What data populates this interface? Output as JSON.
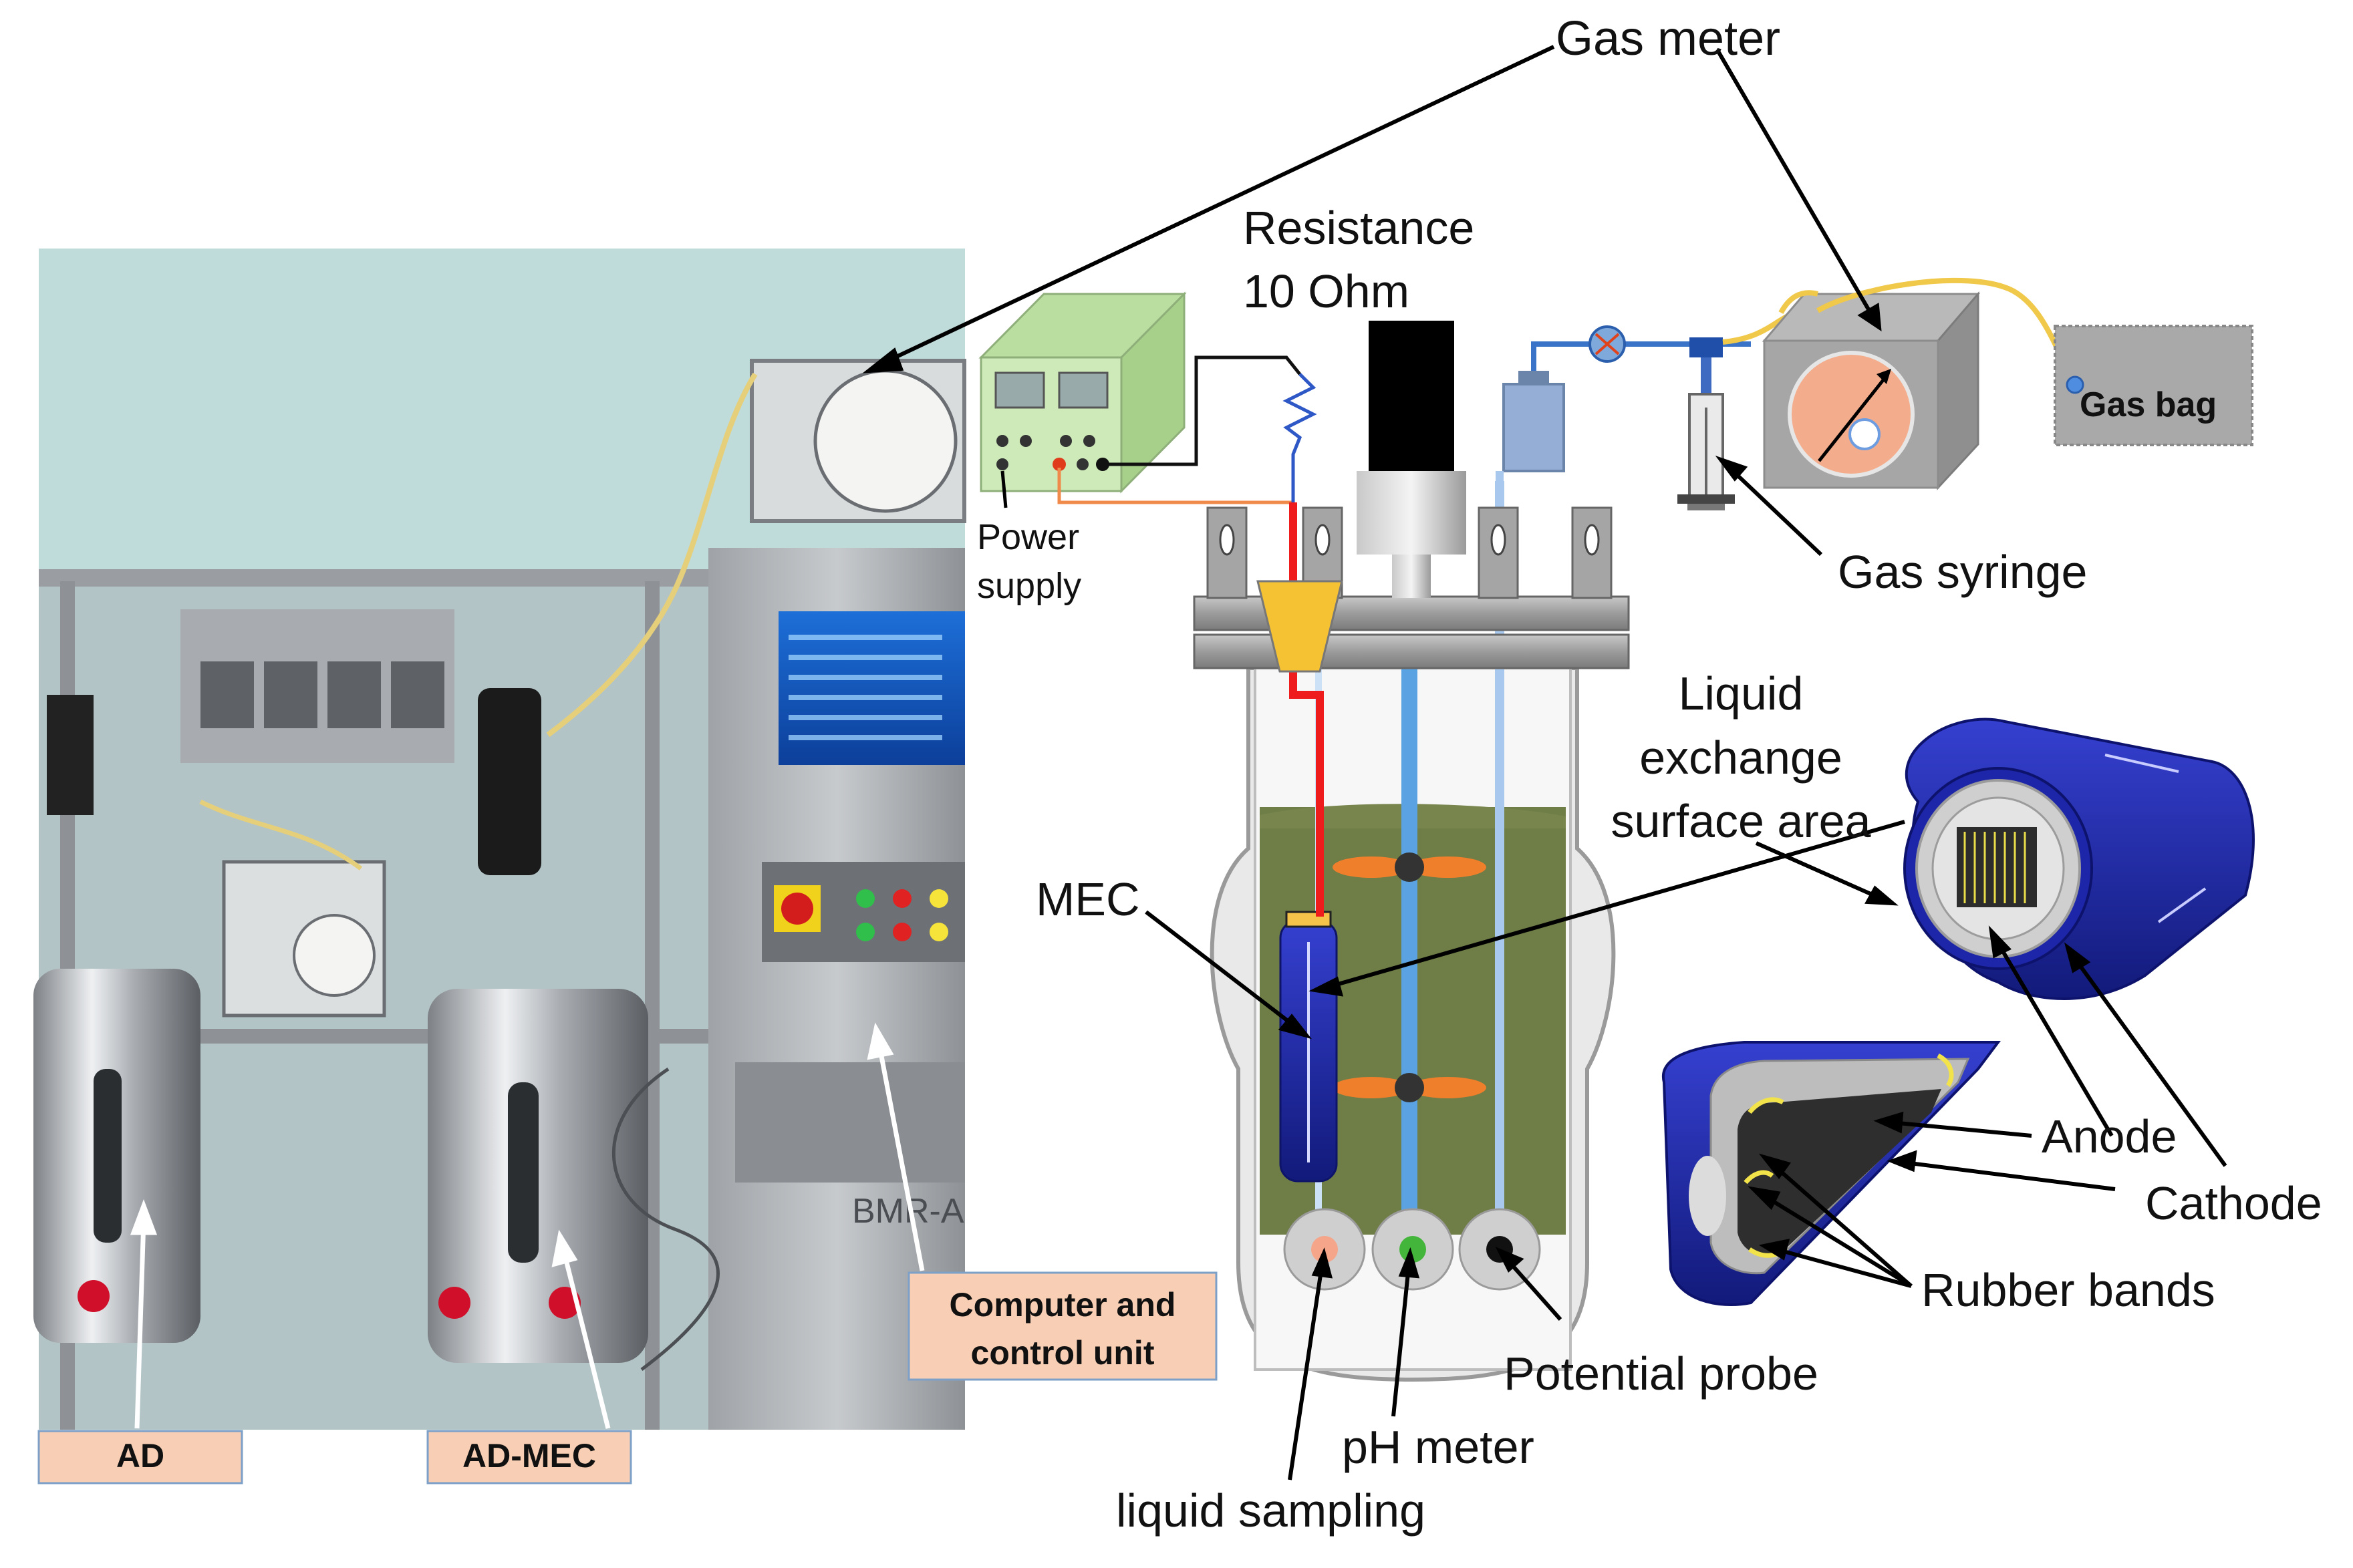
{
  "labels": {
    "gas_meter": "Gas meter",
    "resistance_line1": "Resistance",
    "resistance_line2": "10 Ohm",
    "power_supply_line1": "Power",
    "power_supply_line2": "supply",
    "gas_bag": "Gas bag",
    "gas_syringe": "Gas syringe",
    "liquid_exchange_line1": "Liquid",
    "liquid_exchange_line2": "exchange",
    "liquid_exchange_line3": "surface area",
    "mec": "MEC",
    "anode": "Anode",
    "cathode": "Cathode",
    "rubber_bands": "Rubber bands",
    "potential_probe": "Potential probe",
    "ph_meter": "pH meter",
    "liquid_sampling": "liquid sampling",
    "computer_control_line1": "Computer and",
    "computer_control_line2": "control unit",
    "ad": "AD",
    "ad_mec": "AD-MEC"
  },
  "photo": {
    "controller_model": "BMR-A"
  },
  "colors": {
    "label_box": "#f8cfb4",
    "reactor_liquid": "#6f7d47",
    "electrode_tube": "#2733b8",
    "wire_red": "#ee1c1c",
    "gas_tube": "#f0c84a",
    "power_case": "#cdeab8",
    "impeller": "#f07f2c"
  }
}
